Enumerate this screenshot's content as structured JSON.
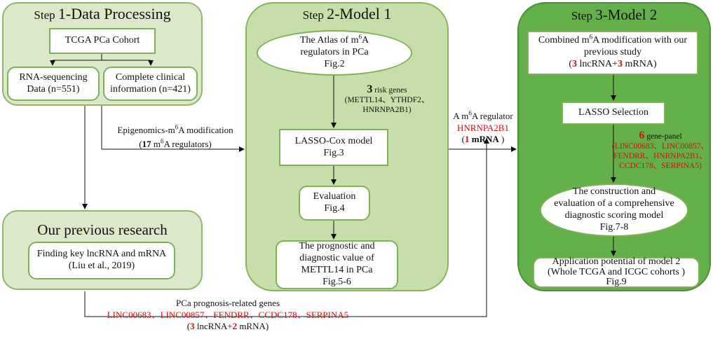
{
  "step1": {
    "title_prefix": "Step ",
    "title_main": "1-Data Processing",
    "cohort": "TCGA PCa Cohort",
    "rna_line1": "RNA-sequencing",
    "rna_line2": "Data (n=551)",
    "clin_line1": "Complete clinical",
    "clin_line2": "information (n=421)"
  },
  "prev": {
    "title": "Our previous research",
    "line1": "Finding key lncRNA and mRNA",
    "line2": "(Liu et al., 2019)"
  },
  "step2": {
    "title_prefix": "Step ",
    "title_main": "2-Model 1",
    "atlas_a": "The Atlas of m",
    "atlas_sup": "6",
    "atlas_b": "A",
    "atlas_line2": "regulators in PCa",
    "atlas_fig": "Fig.2",
    "risk_num": "3",
    "risk_text": " risk genes",
    "risk_line2": "(METTL14、YTHDF2、",
    "risk_line3": "HNRNPA2B1)",
    "lasso_cox": "LASSO-Cox model",
    "lasso_cox_fig": "Fig.3",
    "eval": "Evaluation",
    "eval_fig": "Fig.4",
    "prog_line1": "The prognostic and",
    "prog_line2": "diagnostic value of",
    "prog_line3": "METTL14 in PCa",
    "prog_fig": "Fig.5-6"
  },
  "epi": {
    "line1_a": "Epigenomics-m",
    "line1_sup": "6",
    "line1_b": "A modification",
    "line2_open": "(",
    "line2_num": "17",
    "line2_a": " m",
    "line2_sup": "6",
    "line2_b": "A regulators)"
  },
  "mid_label": {
    "line1_a": "A m",
    "line1_sup": "6",
    "line1_b": "A regulator",
    "gene": "HNRNPA2B1",
    "line3_open": "(",
    "line3_num": "1",
    "line3_bold": " mRNA",
    "line3_close": " )"
  },
  "step3": {
    "title_prefix": "Step ",
    "title_main": "3-Model 2",
    "comb_line1_a": "Combined  m",
    "comb_line1_sup": "6",
    "comb_line1_b": "A modification with our",
    "comb_line2": "previous study",
    "comb_line3_open": "(",
    "comb_line3_n1": "3",
    "comb_line3_mid": " lncRNA+",
    "comb_line3_n2": "3",
    "comb_line3_end": " mRNA)",
    "lasso": "LASSO Selection",
    "panel_num": "6",
    "panel_text": " gene-panel",
    "panel_line2": "(LINC00683、LINC00857、",
    "panel_line3": "FENDRR、HNRNPA2B1、",
    "panel_line4": "CCDC178、SERPINA5)",
    "constr_line1": "The construction and",
    "constr_line2": "evaluation of a comprehensive",
    "constr_line3": "diagnostic scoring model",
    "constr_fig": "Fig.7-8",
    "app_line1": "Application potential of  model 2",
    "app_line2": "(Whole TCGA and ICGC cohorts )",
    "app_fig": "Fig.9"
  },
  "bottom": {
    "line1": "PCa prognosis-related genes",
    "genes": "LINC00683、LINC00857、FENDRR、CCDC178、SERPINA5",
    "line3_open": "(",
    "line3_n1": "3",
    "line3_mid": " lncRNA+",
    "line3_n2": "2",
    "line3_end": " mRNA)"
  },
  "colors": {
    "panel_light": "#dbe8c9",
    "panel_mid": "#c6deaa",
    "panel_dark": "#63b04a",
    "border_green": "#7fb05a",
    "accent_red": "#cc1111"
  }
}
